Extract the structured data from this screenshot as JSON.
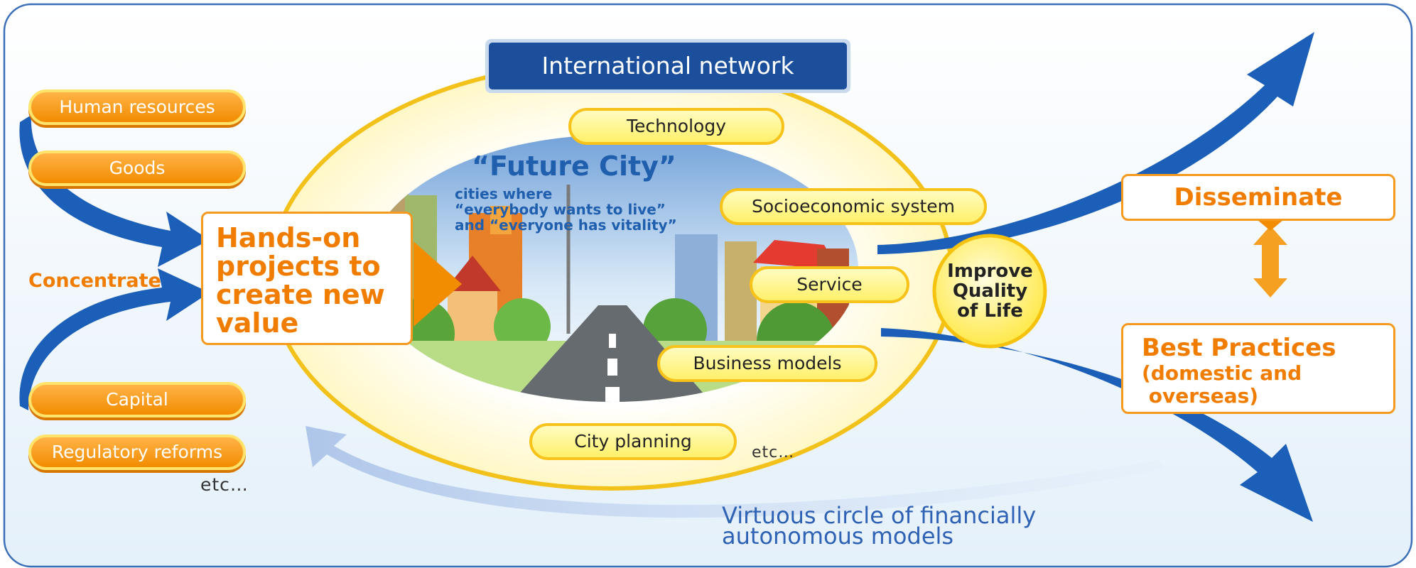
{
  "title_box": {
    "label": "International network"
  },
  "resources": {
    "top": [
      "Human resources",
      "Goods"
    ],
    "bottom": [
      "Capital",
      "Regulatory reforms"
    ],
    "etc": "etc…"
  },
  "concentrate_label": "Concentrate",
  "hands_on": {
    "lines": [
      "Hands-on",
      "projects to",
      "create new",
      "value"
    ]
  },
  "future_city": {
    "title": "“Future City”",
    "subtitle_lines": [
      "cities where",
      "“everybody wants to live”",
      "and “everyone has vitality”"
    ]
  },
  "elements": {
    "technology": "Technology",
    "socioeconomic": "Socioeconomic system",
    "service": "Service",
    "business": "Business models",
    "city_planning": "City planning",
    "etc": "etc…"
  },
  "improve": {
    "lines": [
      "Improve",
      "Quality",
      "of Life"
    ]
  },
  "disseminate": "Disseminate",
  "best_practices": {
    "lines": [
      "Best Practices",
      "(domestic and",
      " overseas)"
    ]
  },
  "virtuous_circle": {
    "lines": [
      "Virtuous circle of financially",
      "autonomous models"
    ]
  },
  "colors": {
    "orange": "#f28c00",
    "blue_arrow": "#1b5fb8",
    "yellow": "#fff06a",
    "navy": "#1b4f9c"
  }
}
